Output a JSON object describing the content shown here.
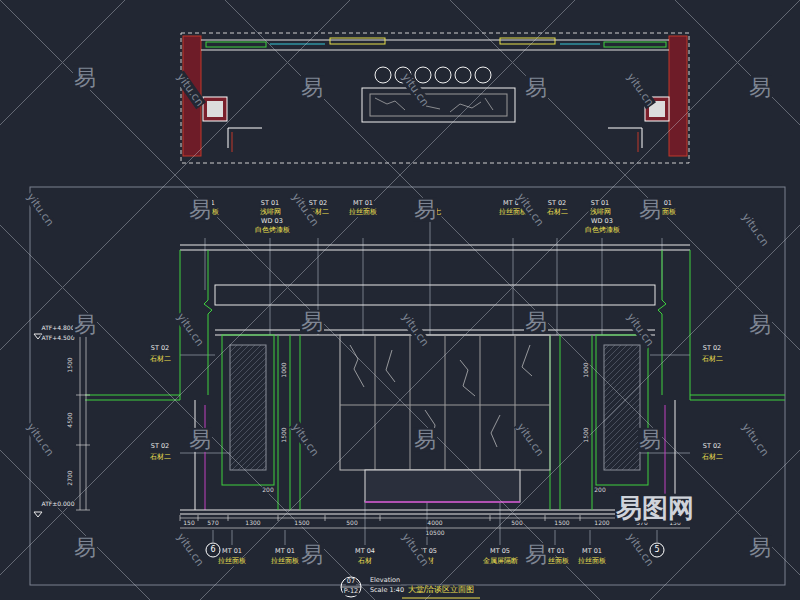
{
  "diagram": {
    "title": "大堂/洽谈区立面图",
    "labels": [
      "MT 01",
      "拉丝面板",
      "ST 01",
      "浅啡网",
      "WD 03",
      "白色烤漆板",
      "ST 02",
      "石材二",
      "MT 01",
      "拉丝面板",
      "石材七",
      "MT 01",
      "拉丝面板",
      "ST 02",
      "石材二",
      "ST 01",
      "浅啡网",
      "WD 03",
      "白色烤漆板",
      "MT 01",
      "拉丝面板",
      "ST 02",
      "石材二",
      "ST 02",
      "石材二",
      "ST 02",
      "石材二",
      "ST 02",
      "石材二",
      "ATF+4.800",
      "ATF+4.500",
      "ATF±0.000",
      "1500",
      "4500",
      "2700",
      "1000",
      "1500",
      "200",
      "200",
      "1000",
      "1500",
      "150",
      "570",
      "1300",
      "1500",
      "500",
      "4000",
      "500",
      "1500",
      "1200",
      "570",
      "150",
      "10500",
      "6",
      "5",
      "MT 01",
      "拉丝面板",
      "MT 01",
      "拉丝面板",
      "MT 04",
      "石材",
      "MT 05",
      "石材",
      "MT 05",
      "金属屏隔断",
      "MT 01",
      "拉丝面板",
      "MT 01",
      "拉丝面板",
      "07",
      "P-12",
      "Elevation",
      "Scale 1:40",
      "易",
      "易",
      "易",
      "易",
      "易",
      "易",
      "易",
      "易",
      "易",
      "易",
      "易",
      "易",
      "易",
      "易",
      "易",
      "易",
      "易",
      "易",
      "yitu.cn",
      "yitu.cn",
      "yitu.cn",
      "yitu.cn",
      "yitu.cn",
      "yitu.cn",
      "yitu.cn",
      "yitu.cn",
      "yitu.cn",
      "yitu.cn",
      "yitu.cn",
      "yitu.cn",
      "yitu.cn",
      "yitu.cn",
      "yitu.cn",
      "yitu.cn",
      "yitu.cn",
      "易图网"
    ]
  }
}
